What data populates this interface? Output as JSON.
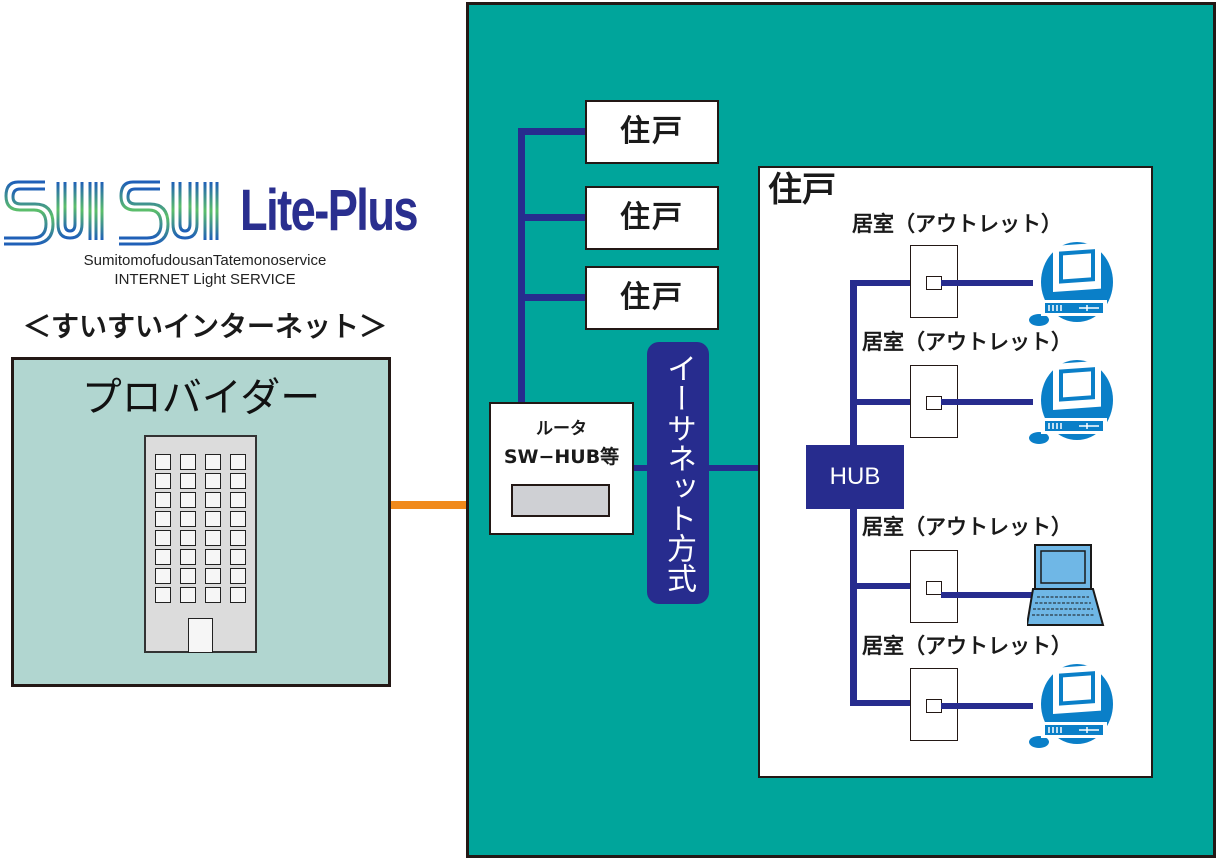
{
  "logo": {
    "mark": "SUI SUI",
    "name": "Lite-Plus",
    "subtitle_line1": "SumitomofudousanTatemonoservice",
    "subtitle_line2": "INTERNET Light SERVICE",
    "tagline": "＜すいすいインターネット＞"
  },
  "provider": {
    "title": "プロバイダー",
    "icon": "office-building-icon"
  },
  "building_network": {
    "units": [
      {
        "label": "住戸"
      },
      {
        "label": "住戸"
      },
      {
        "label": "住戸"
      }
    ],
    "router": {
      "line1": "ルータ",
      "line2": "SW−HUB等"
    },
    "connection_method": "イーサネット方式"
  },
  "dwelling": {
    "title": "住戸",
    "hub_label": "HUB",
    "rooms": [
      {
        "label": "居室（アウトレット）",
        "device": "desktop-computer-icon"
      },
      {
        "label": "居室（アウトレット）",
        "device": "desktop-computer-icon"
      },
      {
        "label": "居室（アウトレット）",
        "device": "laptop-icon"
      },
      {
        "label": "居室（アウトレット）",
        "device": "desktop-computer-icon"
      }
    ]
  },
  "colors": {
    "teal_background": "#00a59b",
    "provider_background": "#b1d6d0",
    "network_line": "#272c8e",
    "provider_link": "#f08a1c",
    "device_blue": "#0a7fc8",
    "logo_navy": "#2a2f8f"
  }
}
